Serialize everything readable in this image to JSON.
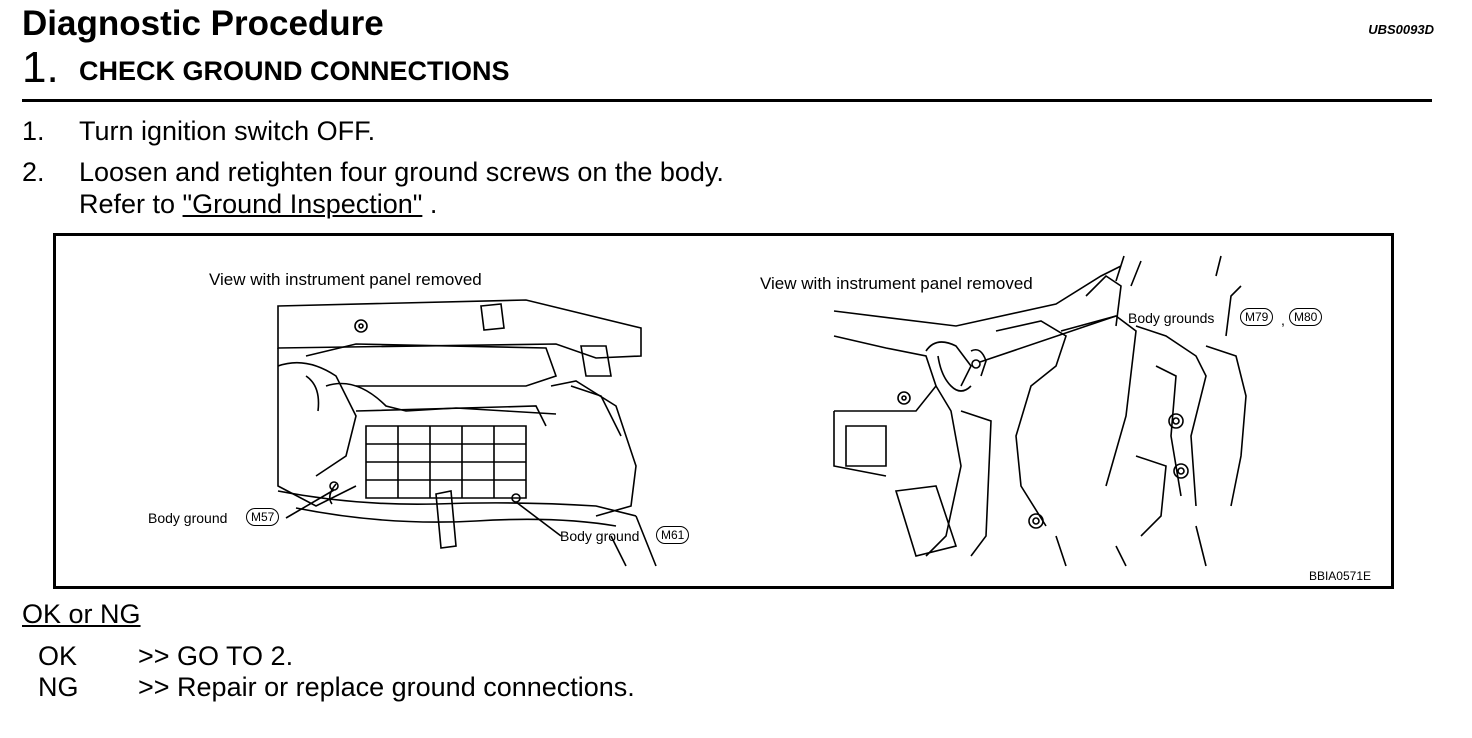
{
  "header": {
    "title": "Diagnostic Procedure",
    "doc_code": "UBS0093D",
    "step_number": "1.",
    "step_title": "CHECK GROUND CONNECTIONS"
  },
  "steps": [
    {
      "num": "1.",
      "text": "Turn ignition switch OFF."
    },
    {
      "num": "2.",
      "text": "Loosen and retighten four ground screws on the body.",
      "refer_prefix": "Refer to ",
      "refer_link": "\"Ground Inspection\"",
      "refer_suffix": " ."
    }
  ],
  "figure": {
    "left_caption": "View with instrument panel removed",
    "right_caption": "View with instrument panel removed",
    "body_ground_left_label": "Body ground",
    "body_ground_left_conn": "M57",
    "body_ground_right_label": "Body ground",
    "body_ground_right_conn": "M61",
    "body_grounds_label": "Body grounds",
    "conn_m79": "M79",
    "conn_sep": ",",
    "conn_m80": "M80",
    "code": "BBIA0571E"
  },
  "result": {
    "heading": "OK or NG",
    "ok_key": "OK",
    "ok_value": ">> GO TO 2.",
    "ng_key": "NG",
    "ng_value": ">> Repair or replace ground connections."
  }
}
